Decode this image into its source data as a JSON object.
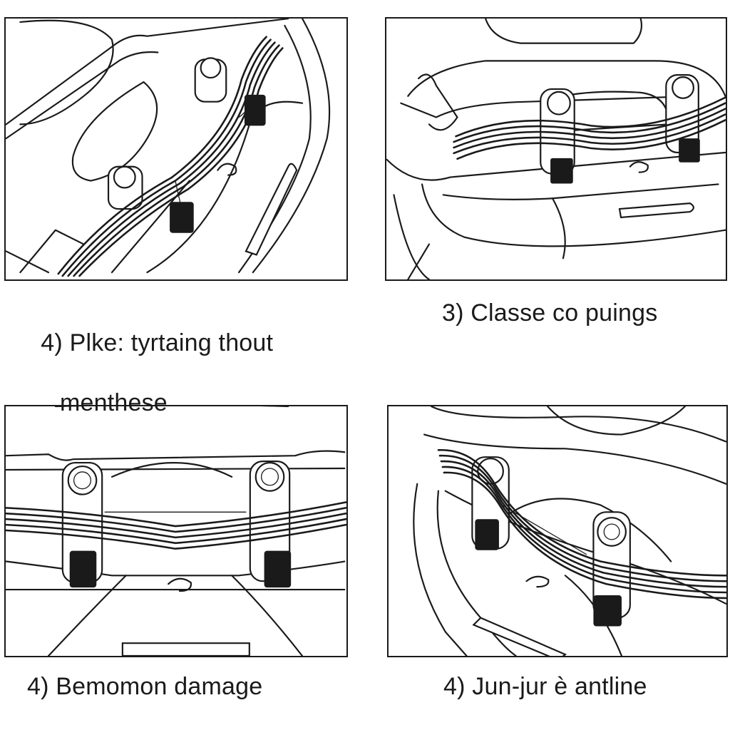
{
  "panels": [
    {
      "caption_line1": "4) Plke: tyrtaing thout",
      "caption_line2": "menthese"
    },
    {
      "caption": "3) Classe co puings"
    },
    {
      "caption": "4) Bemomon damage"
    },
    {
      "caption": "4) Jun-jur è antline"
    }
  ]
}
